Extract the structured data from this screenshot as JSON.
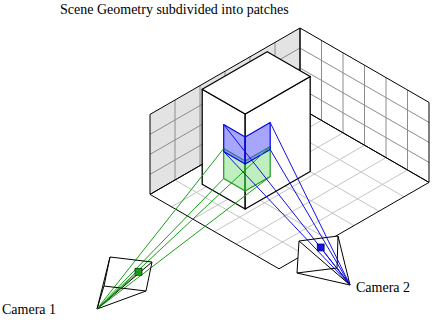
{
  "diagram": {
    "title": "Scene Geometry subdivided into patches",
    "labels": [
      "Camera 1",
      "Camera 2"
    ]
  }
}
